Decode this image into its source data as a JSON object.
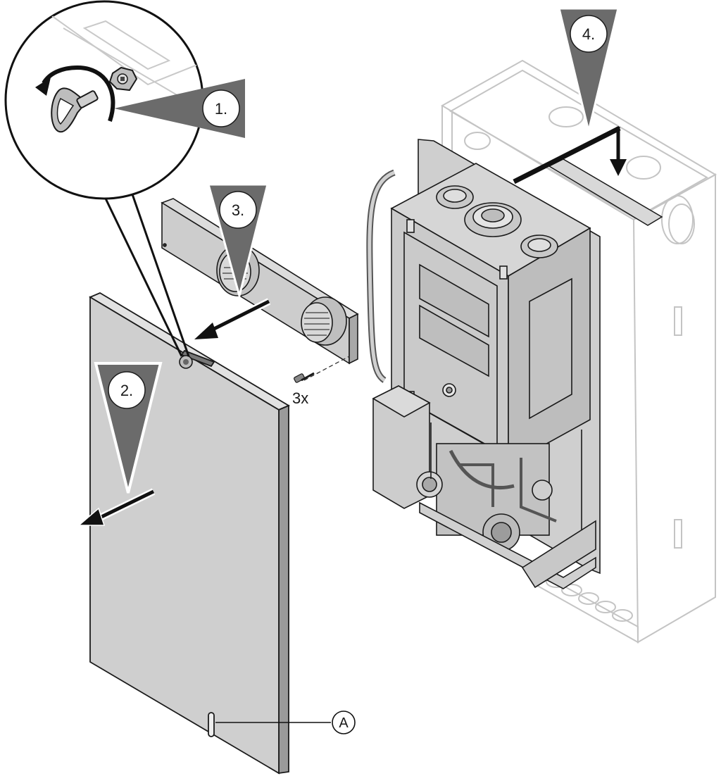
{
  "steps": {
    "step1": "1.",
    "step2": "2.",
    "step3": "3.",
    "step4": "4."
  },
  "screw_count": "3x",
  "callout_a": "A",
  "colors": {
    "panel_fill": "#cfcfcf",
    "panel_edge": "#9a9a9a",
    "triangle_fill": "#6b6b6b",
    "outline": "#1a1a1a",
    "ghost_outline": "#bdbdbd",
    "boiler_fill": "#d4d4d4"
  }
}
